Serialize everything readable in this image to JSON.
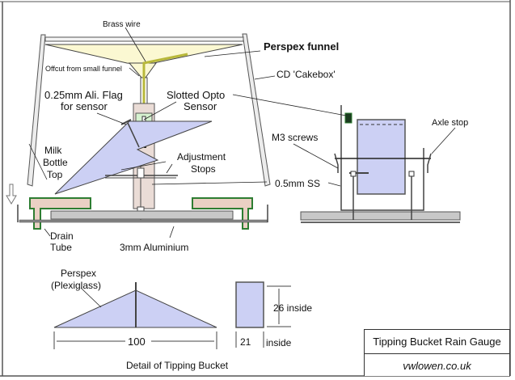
{
  "diagram": {
    "title": "Tipping Bucket Rain Gauge",
    "site": "vwlowen.co.uk",
    "labels": {
      "brass_wire": "Brass wire",
      "perspex_funnel": "Perspex funnel",
      "offcut": "Offcut from small funnel",
      "cakebox": "CD 'Cakebox'",
      "flag_line1": "0.25mm Ali. Flag",
      "flag_line2": "for sensor",
      "opto_line1": "Slotted Opto",
      "opto_line2": "Sensor",
      "milk_line1": "Milk",
      "milk_line2": "Bottle",
      "milk_line3": "Top",
      "adjust_line1": "Adjustment",
      "adjust_line2": "Stops",
      "ss": "0.5mm SS",
      "m3": "M3  screws",
      "axle": "Axle stop",
      "drain_line1": "Drain",
      "drain_line2": "Tube",
      "aluminium": "3mm Aluminium",
      "perspex_line1": "Perspex",
      "perspex_line2": "(Plexiglass)",
      "dim_length": "100",
      "dim_height": "26 inside",
      "dim_width": "21",
      "dim_width_suffix": "inside",
      "detail_caption": "Detail of Tipping Bucket"
    },
    "colors": {
      "funnel_fill": "#fbf8d2",
      "bucket_fill": "#ccd0f4",
      "pad_fill": "#ead0c4",
      "pad_edge": "#2e7d32",
      "brass": "#b8b83a",
      "base_fill": "#c8c8c8",
      "post_fill": "#eadcd6",
      "sensor_fill": "#d6f2d0"
    }
  }
}
